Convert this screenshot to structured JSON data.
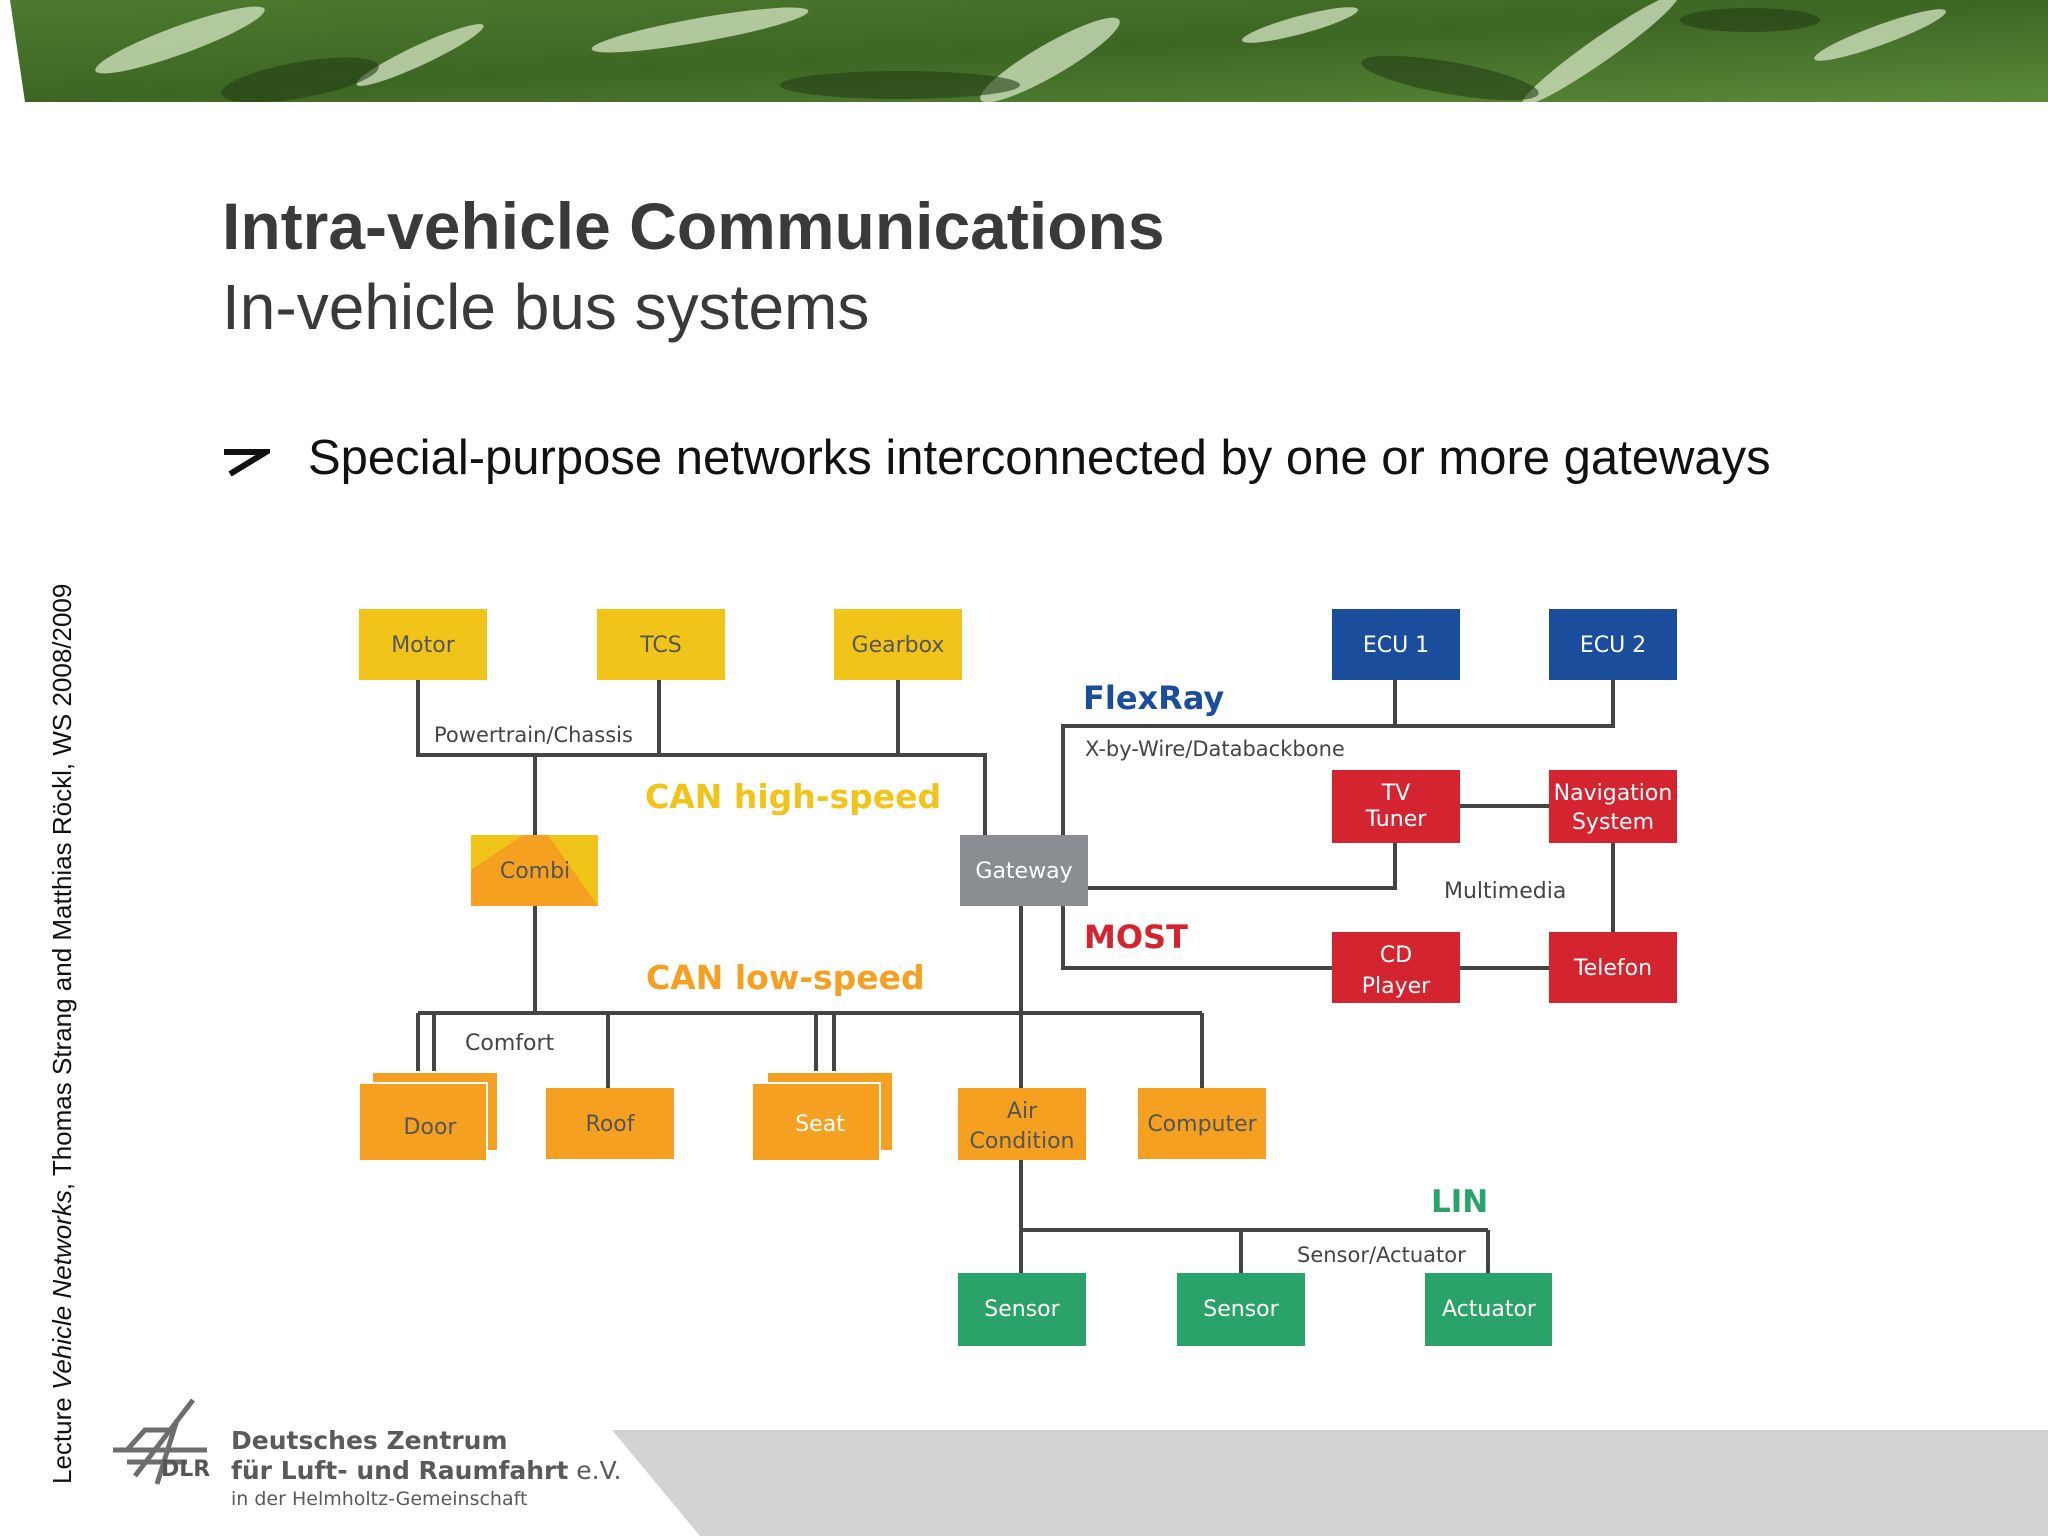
{
  "side_text": {
    "prefix": "Lecture ",
    "italic": "Vehicle Networks",
    "suffix": ", Thomas Strang and Matthias Röckl, WS 2008/2009"
  },
  "title": "Intra-vehicle Communications",
  "subtitle": "In-vehicle bus systems",
  "bullet": "Special-purpose networks interconnected by one or more gateways",
  "diagram": {
    "nodes": {
      "motor": "Motor",
      "tcs": "TCS",
      "gearbox": "Gearbox",
      "ecu1": "ECU 1",
      "ecu2": "ECU 2",
      "combi": "Combi",
      "gateway": "Gateway",
      "tv_tuner": [
        "TV",
        "Tuner"
      ],
      "navigation": [
        "Navigation",
        "System"
      ],
      "cd_player": [
        "CD",
        "Player"
      ],
      "telefon": "Telefon",
      "door": "Door",
      "roof": "Roof",
      "seat": "Seat",
      "air_condition": [
        "Air",
        "Condition"
      ],
      "computer": "Computer",
      "sensor1": "Sensor",
      "sensor2": "Sensor",
      "actuator": "Actuator"
    },
    "labels": {
      "powertrain": "Powertrain/Chassis",
      "can_high": "CAN high-speed",
      "flexray": "FlexRay",
      "xbywire": "X-by-Wire/Databackbone",
      "multimedia": "Multimedia",
      "most": "MOST",
      "can_low": "CAN low-speed",
      "comfort": "Comfort",
      "lin": "LIN",
      "sensor_actuator": "Sensor/Actuator"
    },
    "colors": {
      "can_high": "#f0c419",
      "can_low": "#f5a020",
      "flexray": "#1a4d9c",
      "most": "#d42430",
      "lin": "#2aa36a",
      "gateway": "#8a8d92",
      "line": "#444444"
    }
  },
  "footer": {
    "logo_abbr": "DLR",
    "org_line1": "Deutsches Zentrum",
    "org_line2": "für Luft- und Raumfahrt",
    "org_line2_suffix": " e.V.",
    "org_line3": "in der Helmholtz-Gemeinschaft"
  }
}
